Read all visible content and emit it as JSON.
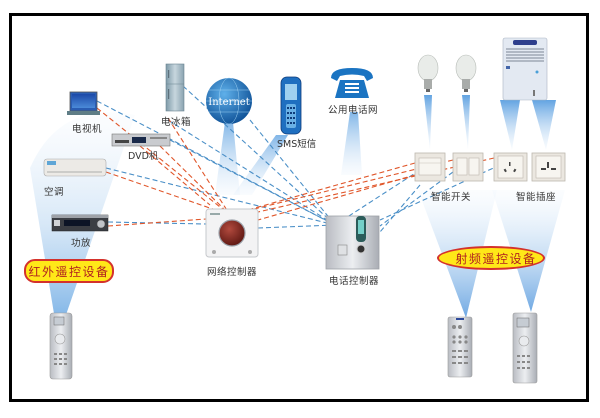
{
  "diagram": {
    "title": "",
    "colors": {
      "frame": "#000000",
      "wire_blue": "#4a8fc7",
      "wire_red": "#e0562a",
      "beam": "#5a9fe0",
      "badge_fill": "#ffe818",
      "badge_border": "#d4322c",
      "badge_text": "#b01f1f"
    },
    "devices": {
      "tv": {
        "label": "电视机",
        "icon": "tv-icon"
      },
      "fridge": {
        "label": "电冰箱",
        "icon": "refrigerator-icon"
      },
      "dvd": {
        "label": "DVD机",
        "icon": "dvd-player-icon"
      },
      "ac": {
        "label": "空调",
        "icon": "air-conditioner-icon"
      },
      "amp": {
        "label": "功放",
        "icon": "amplifier-icon"
      },
      "internet": {
        "label": "Internet",
        "icon": "globe-icon"
      },
      "sms": {
        "label": "SMS短信",
        "icon": "mobile-phone-icon"
      },
      "pstn": {
        "label": "公用电话网",
        "icon": "telephone-icon"
      },
      "net_controller": {
        "label": "网络控制器",
        "icon": "network-controller-icon"
      },
      "phone_controller": {
        "label": "电话控制器",
        "icon": "phone-controller-icon"
      },
      "smart_switch": {
        "label": "智能开关",
        "icon": "wall-switch-icon"
      },
      "smart_socket": {
        "label": "智能插座",
        "icon": "wall-socket-icon"
      },
      "bulb": {
        "icon": "light-bulb-icon"
      },
      "air_cooler": {
        "icon": "air-cooler-icon"
      },
      "remote": {
        "icon": "remote-control-icon"
      }
    },
    "badges": {
      "ir": "红外遥控设备",
      "rf": "射频遥控设备"
    }
  }
}
